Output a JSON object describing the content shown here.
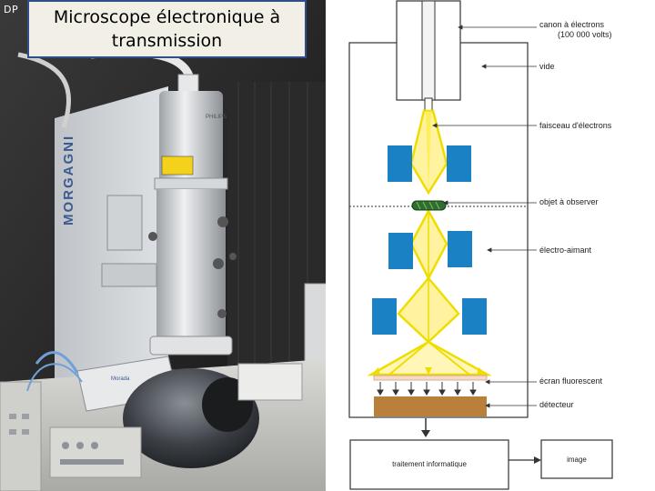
{
  "slide": {
    "corner_text": "DP",
    "title_line1": "Microscope électronique à",
    "title_line2": "transmission"
  },
  "photo": {
    "brand_column": "MORGAGNI",
    "brand_head": "PHILIPS",
    "brand_camera": "Morada"
  },
  "diagram": {
    "labels": {
      "gun_line1": "canon à électrons",
      "gun_line2": "(100 000 volts)",
      "vacuum": "vide",
      "beam": "faisceau d'électrons",
      "specimen": "objet à observer",
      "magnet": "électro-aimant",
      "screen": "écran fluorescent",
      "detector": "détecteur"
    },
    "processing_box": "traitement informatique",
    "image_box": "image",
    "colors": {
      "beam": "#f8e800",
      "magnet": "#1a82c4",
      "detector": "#b8803a",
      "specimen": "#2e6e2e"
    }
  }
}
